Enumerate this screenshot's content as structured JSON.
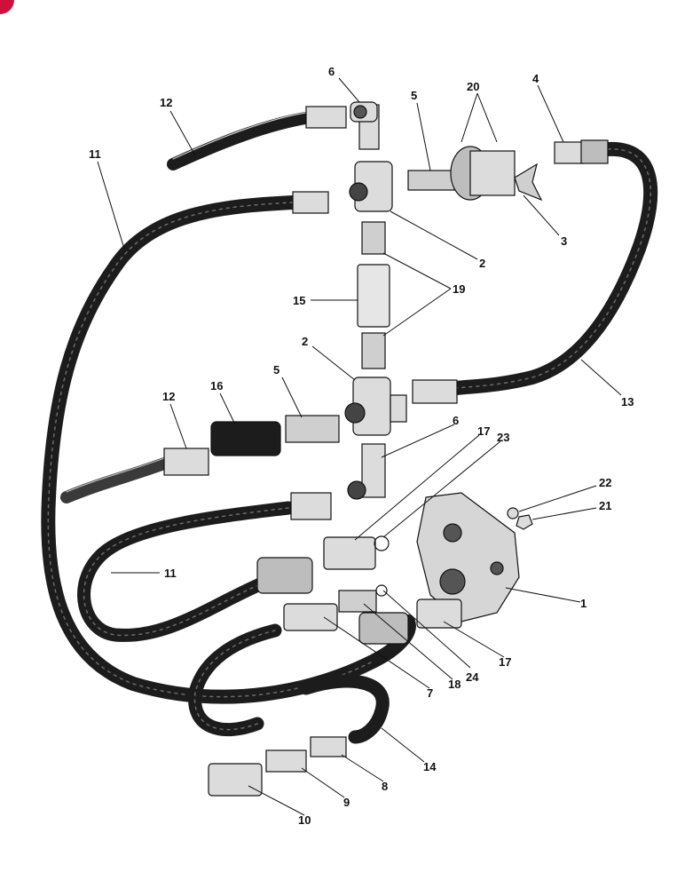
{
  "colors": {
    "ink": "#111111",
    "hose": "#1c1c1c",
    "hose_highlight": "#6a6a6a",
    "metal": "#dcdcdc",
    "metal_dark": "#8a8a8a",
    "page_badge": "#d0103a"
  },
  "callouts": [
    {
      "key": "c6a",
      "text": "6"
    },
    {
      "key": "c12a",
      "text": "12"
    },
    {
      "key": "c11a",
      "text": "11"
    },
    {
      "key": "c5a",
      "text": "5"
    },
    {
      "key": "c20",
      "text": "20"
    },
    {
      "key": "c4",
      "text": "4"
    },
    {
      "key": "c3",
      "text": "3"
    },
    {
      "key": "c2a",
      "text": "2"
    },
    {
      "key": "c19",
      "text": "19"
    },
    {
      "key": "c15",
      "text": "15"
    },
    {
      "key": "c2b",
      "text": "2"
    },
    {
      "key": "c13",
      "text": "13"
    },
    {
      "key": "c12b",
      "text": "12"
    },
    {
      "key": "c16",
      "text": "16"
    },
    {
      "key": "c5b",
      "text": "5"
    },
    {
      "key": "c6b",
      "text": "6"
    },
    {
      "key": "c17a",
      "text": "17"
    },
    {
      "key": "c23",
      "text": "23"
    },
    {
      "key": "c22",
      "text": "22"
    },
    {
      "key": "c21",
      "text": "21"
    },
    {
      "key": "c11b",
      "text": "11"
    },
    {
      "key": "c1",
      "text": "1"
    },
    {
      "key": "c17b",
      "text": "17"
    },
    {
      "key": "c24",
      "text": "24"
    },
    {
      "key": "c18",
      "text": "18"
    },
    {
      "key": "c7",
      "text": "7"
    },
    {
      "key": "c14",
      "text": "14"
    },
    {
      "key": "c8",
      "text": "8"
    },
    {
      "key": "c9",
      "text": "9"
    },
    {
      "key": "c10",
      "text": "10"
    }
  ]
}
